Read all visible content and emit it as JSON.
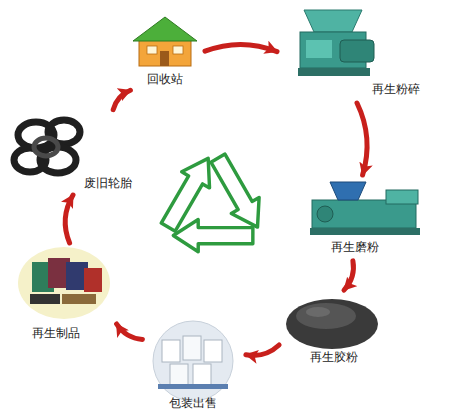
{
  "diagram": {
    "nodes": [
      {
        "text": [
          "回收站"
        ]
      },
      {
        "text": [
          "再生粉碎"
        ]
      },
      {
        "text": [
          "再生磨粉"
        ]
      },
      {
        "text": [
          "再生胶粉"
        ]
      },
      {
        "text": [
          "包装出售"
        ]
      },
      {
        "text": [
          "再生制品"
        ]
      },
      {
        "text": [
          "废旧轮胎"
        ]
      }
    ],
    "edges": [
      {
        "from": 0,
        "to": 1,
        "arrow": "to"
      },
      {
        "from": 1,
        "to": 2,
        "arrow": "to"
      },
      {
        "from": 2,
        "to": 3,
        "arrow": "to"
      },
      {
        "from": 3,
        "to": 4,
        "arrow": "to"
      },
      {
        "from": 4,
        "to": 5,
        "arrow": "to"
      },
      {
        "from": 5,
        "to": 6,
        "arrow": "to"
      },
      {
        "from": 6,
        "to": 0,
        "arrow": "to"
      }
    ]
  }
}
